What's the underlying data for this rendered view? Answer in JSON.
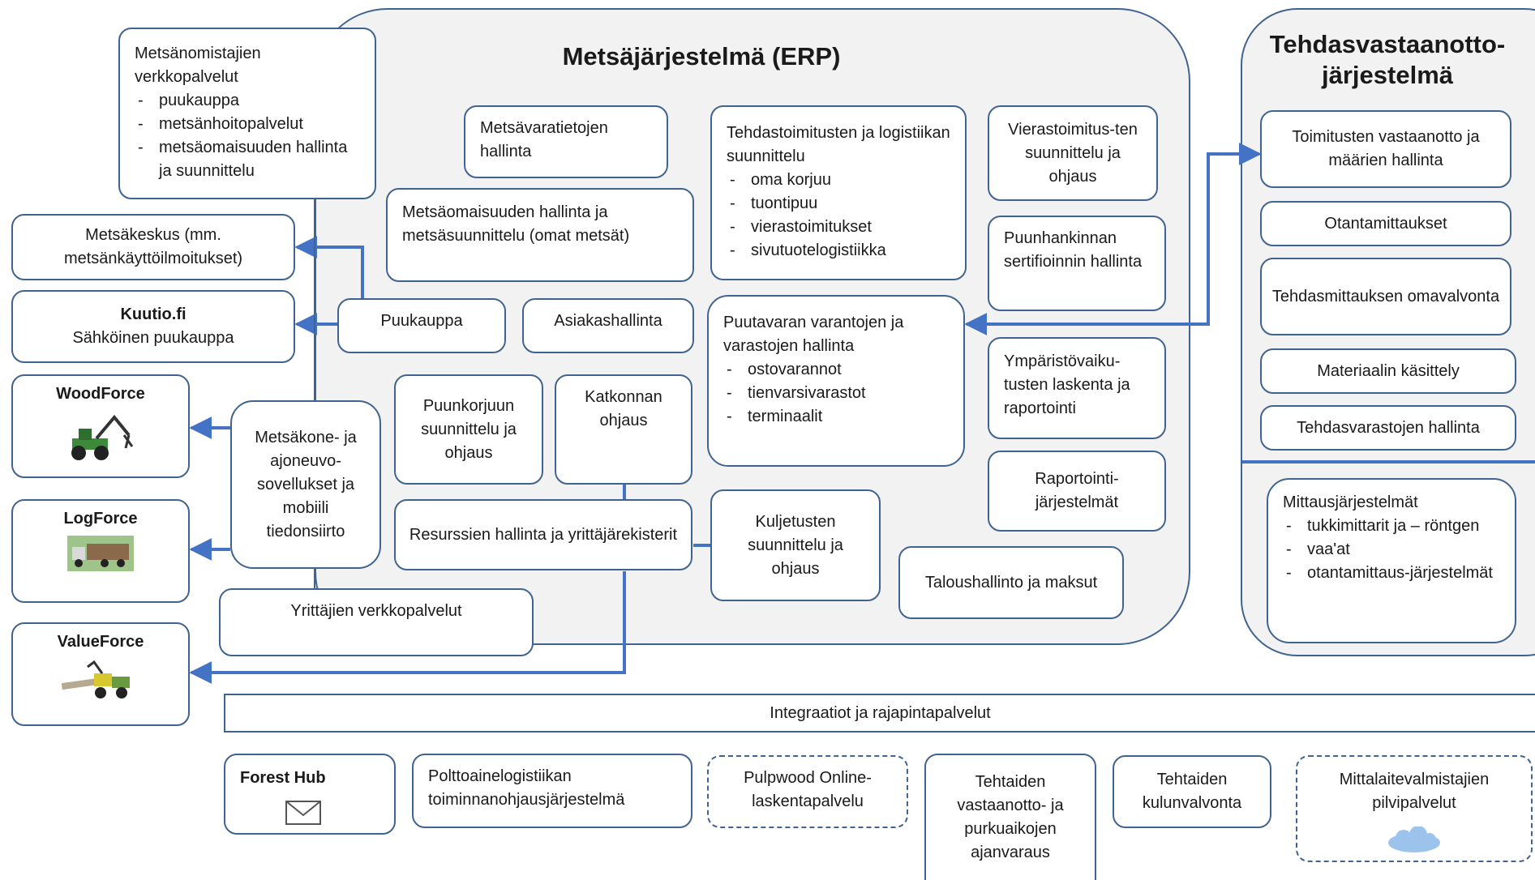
{
  "erp": {
    "title": "Metsäjärjestelmä (ERP)",
    "metsavara": "Metsävaratietojen hallinta",
    "metsaomaisuus": "Metsäomaisuuden hallinta ja metsäsuunnittelu (omat metsät)",
    "tehdastoimitukset": {
      "title": "Tehdastoimitusten ja logistiikan suunnittelu",
      "items": [
        "oma korjuu",
        "tuontipuu",
        "vierastoimitukset",
        "sivutuotelogistiikka"
      ]
    },
    "vierastoimitukset": "Vierastoimitus-ten suunnittelu ja ohjaus",
    "sertifiointi": "Puunhankinnan sertifioinnin hallinta",
    "puukauppa": "Puukauppa",
    "asiakashallinta": "Asiakashallinta",
    "puutavara": {
      "title": "Puutavaran varantojen ja varastojen hallinta",
      "items": [
        "ostovarannot",
        "tienvarsivarastot",
        "terminaalit"
      ]
    },
    "ymparisto": "Ympäristövaiku-tusten laskenta ja raportointi",
    "puunkorjuu": "Puunkorjuun suunnittelu ja ohjaus",
    "katkonta": "Katkonnan ohjaus",
    "metsakone": "Metsäkone- ja ajoneuvo-sovellukset ja mobiili tiedonsiirto",
    "raportointi": "Raportointi-järjestelmät",
    "resurssit": "Resurssien hallinta ja yrittäjärekisterit",
    "kuljetukset": "Kuljetusten suunnittelu ja ohjaus",
    "taloushallinto": "Taloushallinto ja maksut",
    "yrittajat": "Yrittäjien verkkopalvelut"
  },
  "left": {
    "omistajat": {
      "title": "Metsänomistajien verkkopalvelut",
      "items": [
        "puukauppa",
        "metsänhoitopalvelut",
        "metsäomaisuuden hallinta ja suunnittelu"
      ]
    },
    "metsakeskus": "Metsäkeskus (mm. metsänkäyttöilmoitukset)",
    "kuutio_title": "Kuutio.fi",
    "kuutio_sub": "Sähköinen puukauppa",
    "woodforce": "WoodForce",
    "logforce": "LogForce",
    "valueforce": "ValueForce"
  },
  "right": {
    "title": "Tehdasvastaanotto-järjestelmä",
    "toimitukset": "Toimitusten vastaanotto ja määrien hallinta",
    "otanta": "Otantamittaukset",
    "omavalvonta": "Tehdasmittauksen omavalvonta",
    "materiaali": "Materiaalin käsittely",
    "varastot": "Tehdasvarastojen hallinta",
    "mittaus": {
      "title": "Mittausjärjestelmät",
      "items": [
        "tukkimittarit ja – röntgen",
        "vaa'at",
        "otantamittaus-järjestelmät"
      ]
    }
  },
  "bottom": {
    "integraatiot": "Integraatiot ja rajapintapalvelut",
    "foresthub": "Forest Hub",
    "polttoaine": "Polttoainelogistiikan toiminnanohjausjärjestelmä",
    "pulpwood": "Pulpwood Online-laskentapalvelu",
    "ajanvaraus": "Tehtaiden vastaanotto- ja purkuaikojen ajanvaraus",
    "kulunvalvonta": "Tehtaiden kulunvalvonta",
    "mittalaite": "Mittalaitevalmistajien pilvipalvelut"
  },
  "icons": {
    "woodforce": "forest-machine-icon",
    "logforce": "timber-truck-icon",
    "valueforce": "harvester-icon",
    "foresthub": "envelope-icon",
    "mittalaite": "cloud-icon"
  },
  "colors": {
    "border": "#40638f",
    "connector": "#4472c4",
    "region_fill": "#f2f2f2"
  }
}
